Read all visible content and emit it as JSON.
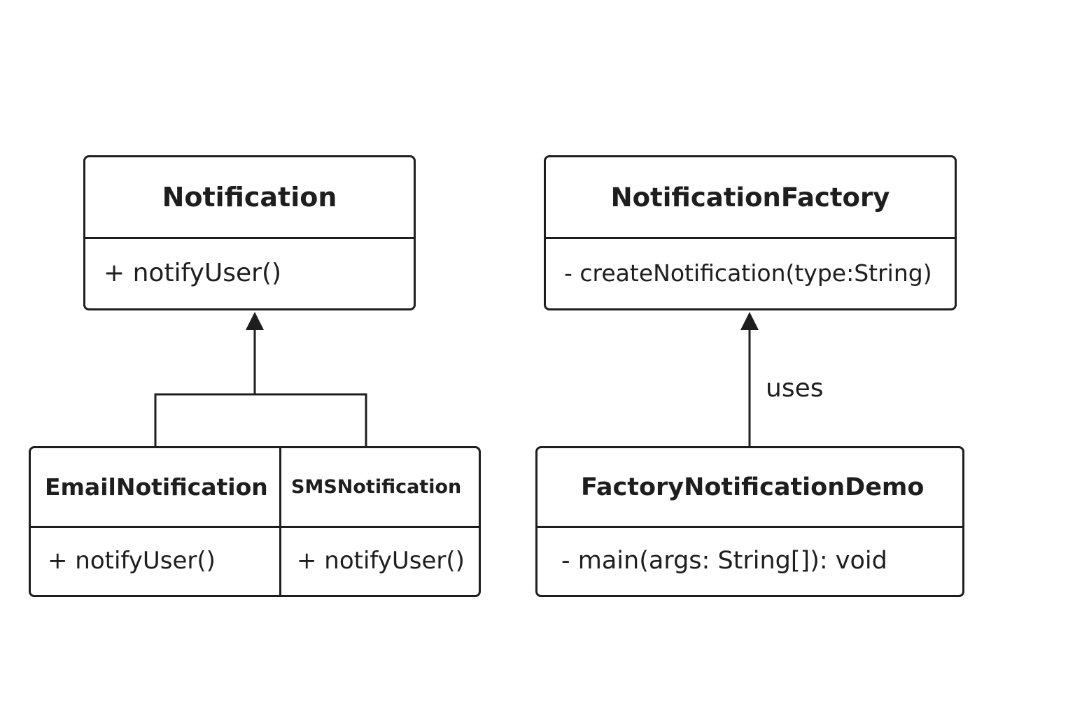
{
  "classes": {
    "notification": {
      "name": "Notification",
      "operation": "+ notifyUser()"
    },
    "factory": {
      "name": "NotificationFactory",
      "operation": "- createNotification(type:String)"
    },
    "email": {
      "name": "EmailNotification",
      "operation": "+ notifyUser()"
    },
    "sms": {
      "name": "SMSNotification",
      "operation": "+ notifyUser()"
    },
    "demo": {
      "name": "FactoryNotificationDemo",
      "operation": "- main(args: String[]): void"
    }
  },
  "relations": {
    "uses_label": "uses"
  },
  "colors": {
    "line": "#1e1e1e",
    "background": "#ffffff"
  }
}
